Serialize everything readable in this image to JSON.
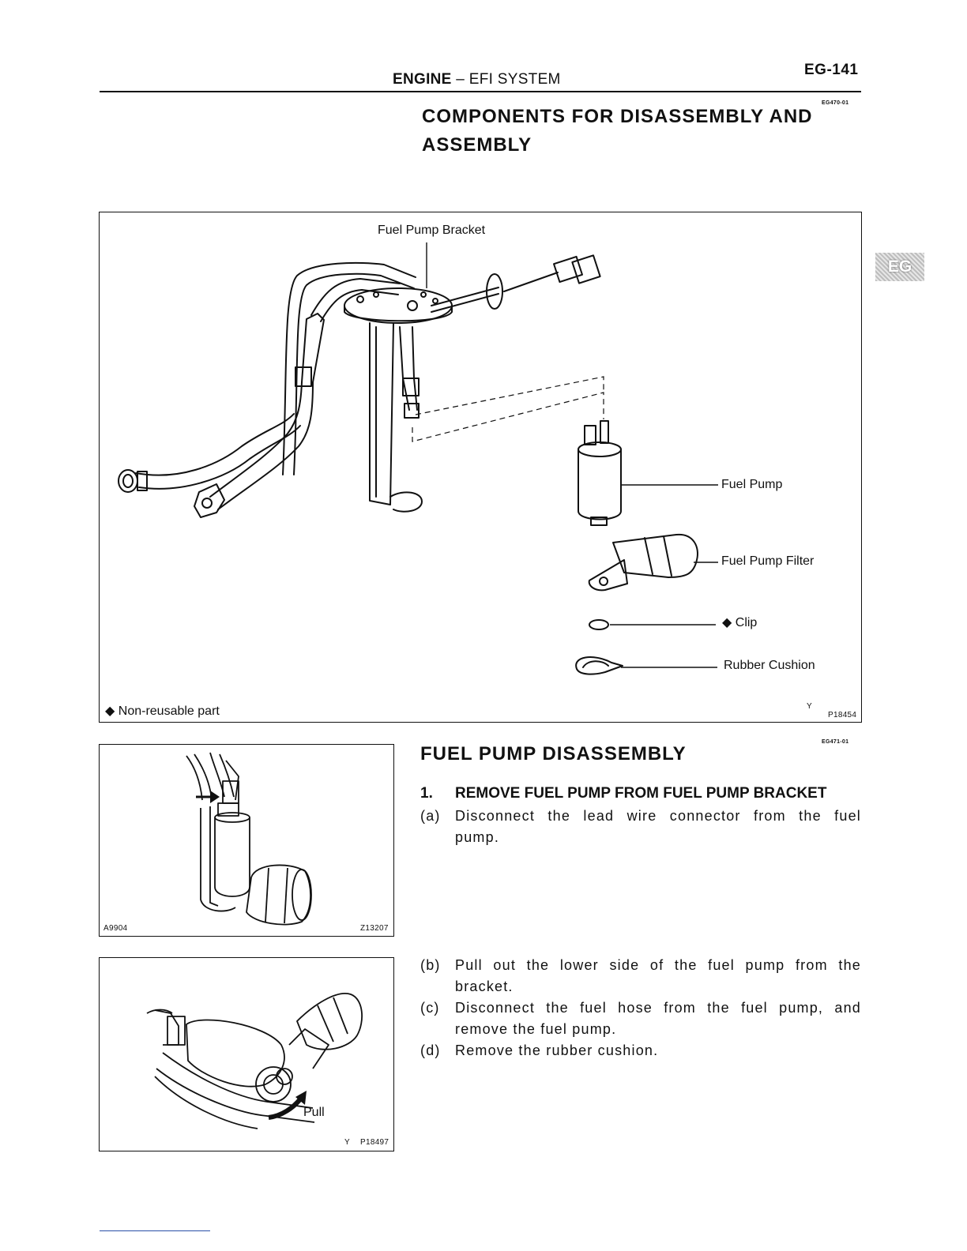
{
  "header": {
    "section": "ENGINE",
    "dash": "–",
    "subsection": "EFI SYSTEM",
    "page": "EG-141"
  },
  "tab": {
    "label": "EG"
  },
  "components": {
    "code": "EG470-01",
    "title_line1": "COMPONENTS FOR DISASSEMBLY AND",
    "title_line2": "ASSEMBLY",
    "labels": {
      "bracket": "Fuel Pump Bracket",
      "pump": "Fuel Pump",
      "filter": "Fuel Pump Filter",
      "clip": "Clip",
      "cushion": "Rubber Cushion"
    },
    "legend": "Non-reusable part",
    "legend_symbol": "◆",
    "fig_y": "Y",
    "fig_code": "P18454"
  },
  "disassembly": {
    "code": "EG471-01",
    "title": "FUEL PUMP DISASSEMBLY",
    "step1_num": "1.",
    "step1": "REMOVE FUEL PUMP FROM FUEL PUMP BRACKET",
    "a_key": "(a)",
    "a_line1": "Disconnect the lead wire connector from the fuel",
    "a_line2": "pump.",
    "b_key": "(b)",
    "b_line1": "Pull out the lower side of the fuel pump from the",
    "b_line2": "bracket.",
    "c_key": "(c)",
    "c_line1": "Disconnect the fuel hose from the fuel pump, and",
    "c_line2": "remove the fuel pump.",
    "d_key": "(d)",
    "d_line1": "Remove the rubber cushion."
  },
  "fig2": {
    "left_code": "A9904",
    "right_code": "Z13207"
  },
  "fig3": {
    "pull": "Pull",
    "y": "Y",
    "code": "P18497"
  }
}
